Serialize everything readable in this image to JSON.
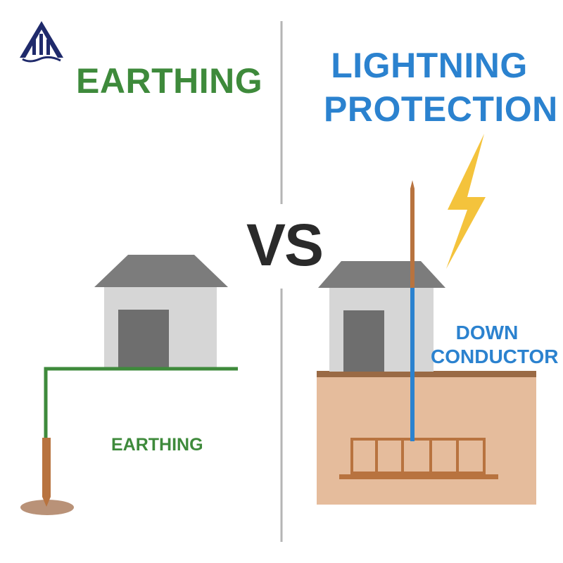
{
  "headings": {
    "left": "EARTHING",
    "right_line1": "LIGHTNING",
    "right_line2": "PROTECTION"
  },
  "vs_text": "VS",
  "labels": {
    "earthing": "EARTHING",
    "down_line1": "DOWN",
    "down_line2": "CONDUCTOR"
  },
  "logo": {
    "name": "building-logo-icon",
    "color": "#1f2a6b"
  },
  "colors": {
    "green": "#3e8a3b",
    "blue": "#2b82cf",
    "copper": "#b8733f",
    "roof": "#7c7c7c",
    "wall": "#d6d6d6",
    "door": "#6e6e6e",
    "soil": "#e5bc9c",
    "soil_top": "#9a6a45",
    "bolt": "#f4c33c",
    "divider": "#b5b5b5"
  }
}
